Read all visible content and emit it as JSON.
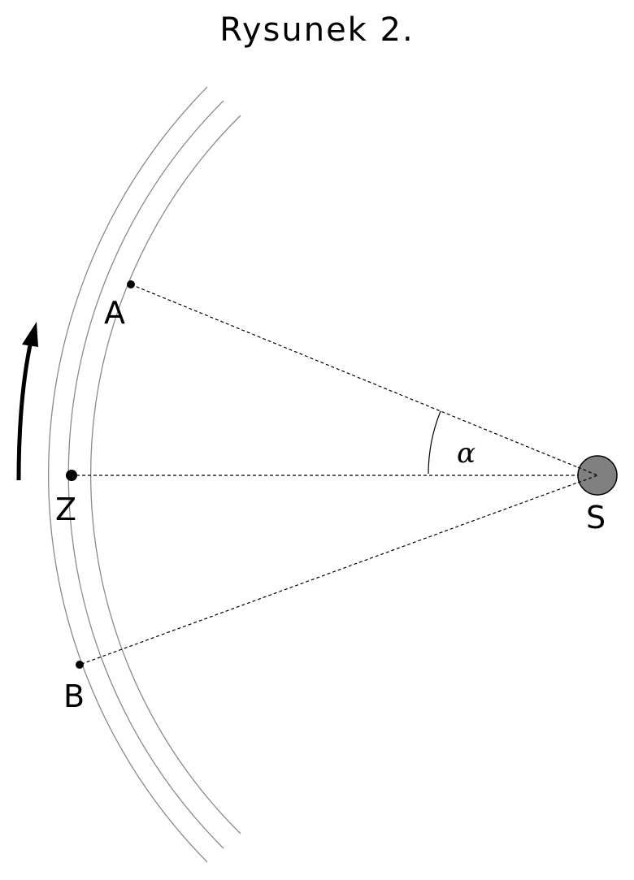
{
  "title": "Rysunek 2.",
  "labels": {
    "point_a": "A",
    "point_z": "Z",
    "point_b": "B",
    "star": "S",
    "angle": "α"
  },
  "colors": {
    "orbit": "#8a8a8a",
    "lines": "#000000",
    "star_fill": "#808080"
  },
  "icons": {
    "direction": "curved-arrow-up-icon"
  }
}
